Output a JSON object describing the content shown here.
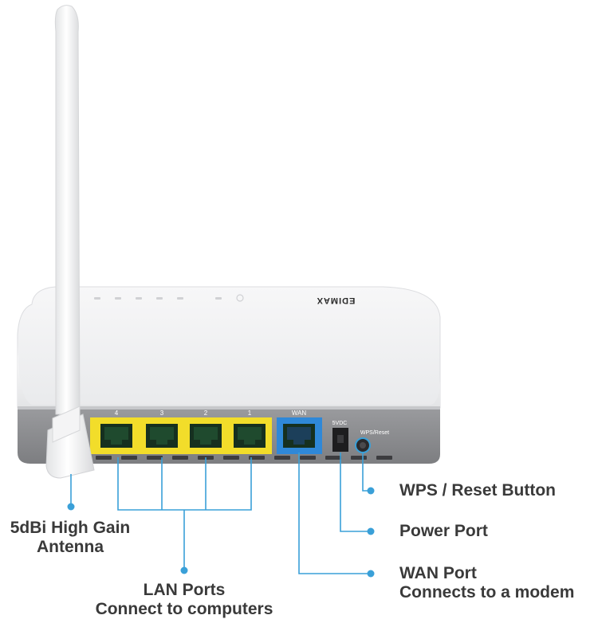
{
  "product": {
    "brand_logo": "EDIMAX",
    "device": "wireless router, rear view"
  },
  "ports": {
    "lan_numbers": [
      "4",
      "3",
      "2",
      "1"
    ],
    "wan_label": "WAN",
    "power_label": "5VDC",
    "wps_label": "WPS/Reset"
  },
  "callouts": {
    "antenna": {
      "line1": "5dBi High Gain",
      "line2": "Antenna"
    },
    "lan": {
      "line1": "LAN Ports",
      "line2": "Connect to computers"
    },
    "wan": {
      "line1": "WAN Port",
      "line2": "Connects to a modem"
    },
    "power": {
      "line1": "Power Port"
    },
    "wps": {
      "line1": "WPS / Reset Button"
    }
  },
  "colors": {
    "lan_ports": "#f2dd2a",
    "wan_port": "#2f88d8",
    "callout_line": "#3aa0d8",
    "label_text": "#3a3a3a"
  }
}
